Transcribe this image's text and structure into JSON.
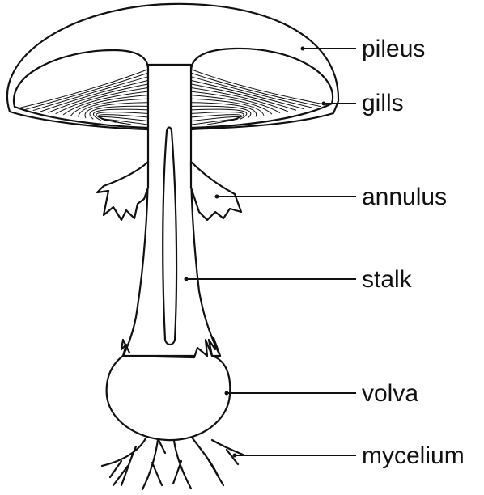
{
  "labels": {
    "pileus": "pileus",
    "gills": "gills",
    "annulus": "annulus",
    "stalk": "stalk",
    "volva": "volva",
    "mycelium": "mycelium"
  },
  "colors": {
    "ink": "#111111",
    "background": "#ffffff"
  }
}
